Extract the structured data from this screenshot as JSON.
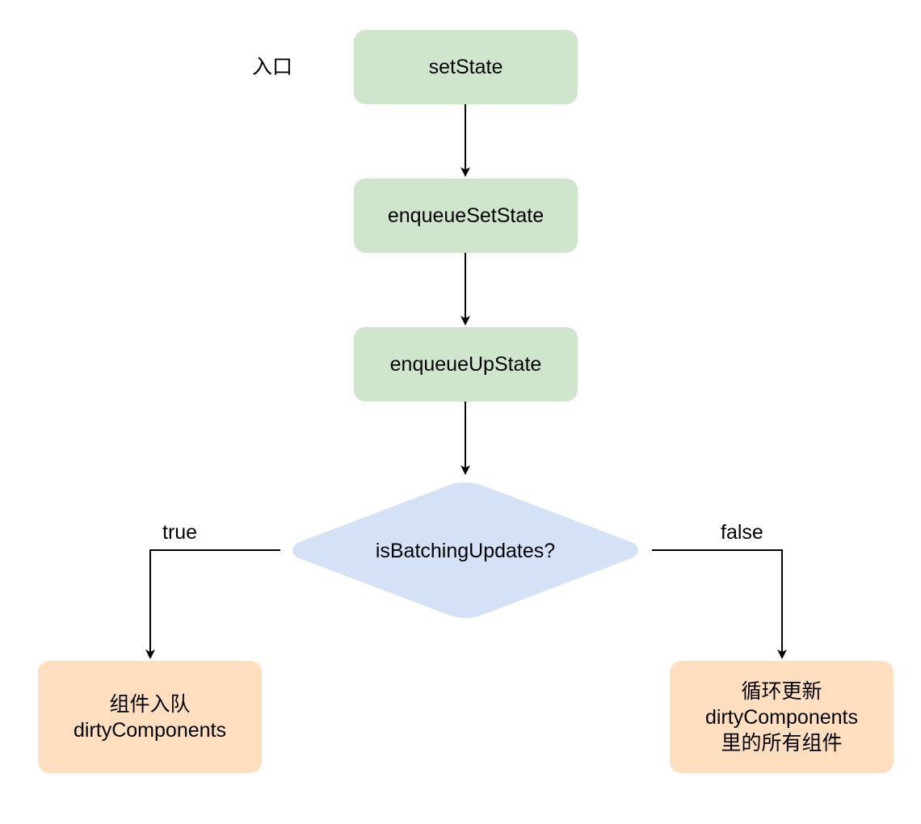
{
  "colors": {
    "process_fill": "#d0e6cc",
    "decision_fill": "#d4e1f6",
    "result_fill": "#ffdfbf",
    "edge": "#000000"
  },
  "entry_label": "入口",
  "nodes": {
    "setstate": "setState",
    "enqueue_setstate": "enqueueSetState",
    "enqueue_upstate": "enqueueUpState",
    "decision": "isBatchingUpdates?",
    "true_result": [
      "组件入队",
      "dirtyComponents"
    ],
    "false_result": [
      "循环更新",
      "dirtyComponents",
      "里的所有组件"
    ]
  },
  "edges": {
    "true_label": "true",
    "false_label": "false"
  }
}
